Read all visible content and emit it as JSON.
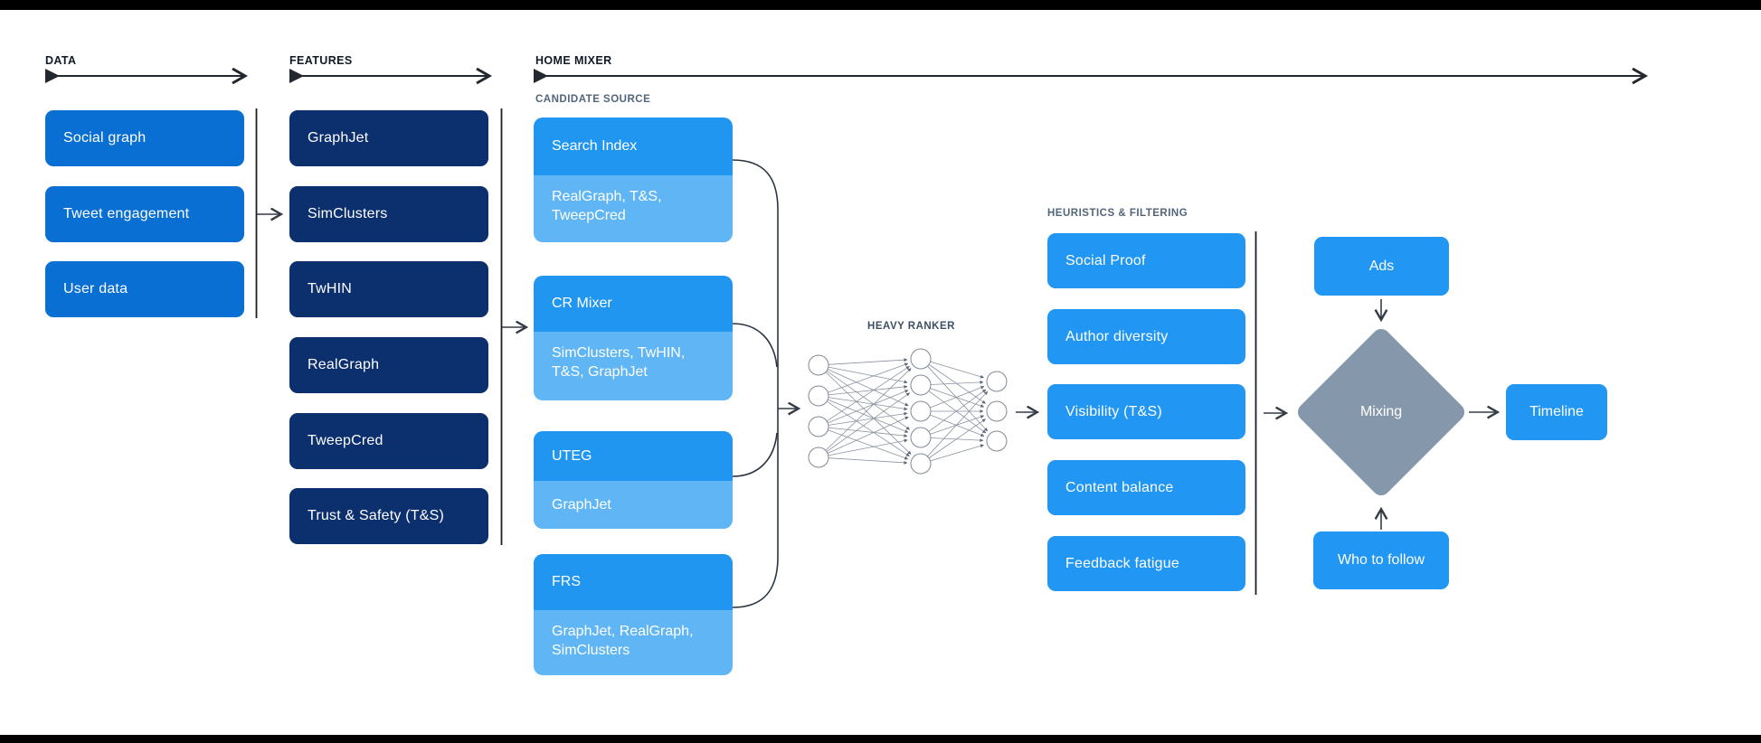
{
  "sections": {
    "data_label": "DATA",
    "features_label": "FEATURES",
    "home_mixer_label": "HOME MIXER"
  },
  "data_sources": {
    "items": [
      {
        "label": "Social graph"
      },
      {
        "label": "Tweet engagement"
      },
      {
        "label": "User data"
      }
    ]
  },
  "features": {
    "items": [
      {
        "label": "GraphJet"
      },
      {
        "label": "SimClusters"
      },
      {
        "label": "TwHIN"
      },
      {
        "label": "RealGraph"
      },
      {
        "label": "TweepCred"
      },
      {
        "label": "Trust & Safety (T&S)"
      }
    ]
  },
  "candidate_source": {
    "section_label": "CANDIDATE SOURCE",
    "groups": [
      {
        "name": "Search Index",
        "inputs": "RealGraph, T&S, TweepCred"
      },
      {
        "name": "CR Mixer",
        "inputs": "SimClusters, TwHIN, T&S, GraphJet"
      },
      {
        "name": "UTEG",
        "inputs": "GraphJet"
      },
      {
        "name": "FRS",
        "inputs": "GraphJet, RealGraph, SimClusters"
      }
    ]
  },
  "heavy_ranker": {
    "label": "HEAVY RANKER",
    "layers": [
      4,
      5,
      3
    ]
  },
  "heuristics": {
    "section_label": "HEURISTICS & FILTERING",
    "items": [
      {
        "label": "Social Proof"
      },
      {
        "label": "Author diversity"
      },
      {
        "label": "Visibility (T&S)"
      },
      {
        "label": "Content balance"
      },
      {
        "label": "Feedback fatigue"
      }
    ]
  },
  "output_stage": {
    "ads_label": "Ads",
    "mixing_label": "Mixing",
    "who_to_follow_label": "Who to follow",
    "timeline_label": "Timeline"
  },
  "colors": {
    "data_box": "#0a6fd2",
    "feature_box": "#0c2f6e",
    "candidate_header": "#2196f0",
    "candidate_sub": "#60b6f4",
    "bright_blue": "#2196f3",
    "diamond": "#8598ab",
    "frame_bar": "#000000",
    "label_gray": "#52657a"
  }
}
